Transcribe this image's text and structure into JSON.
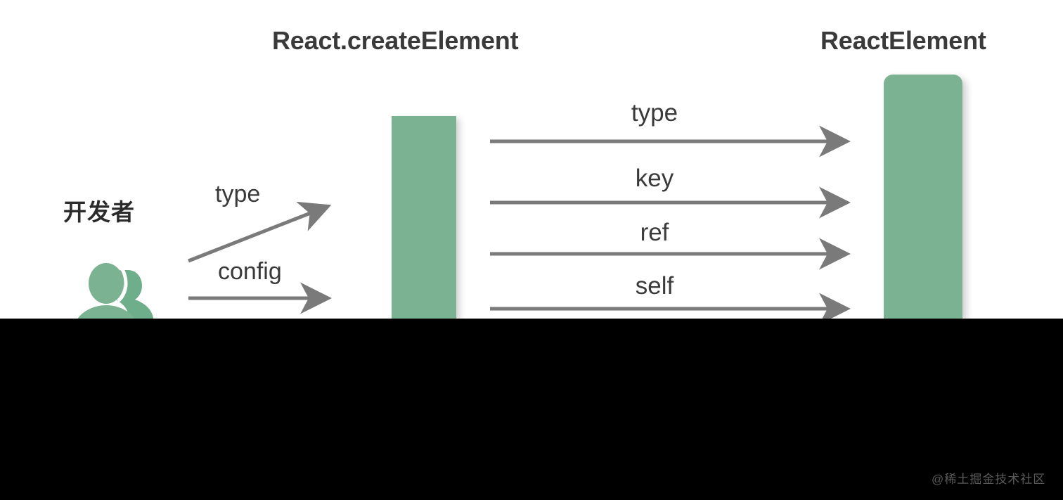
{
  "diagram": {
    "background": "#ffffff",
    "letterbox_color": "#000000",
    "accent_green": "#7bb291",
    "arrow_gray": "#7a7a7a",
    "text_dark": "#3a3a3a",
    "headings": {
      "create_element": "React.createElement",
      "react_element": "ReactElement"
    },
    "actor": {
      "label": "开发者",
      "icon": "users-icon"
    },
    "input_arrows": [
      {
        "label": "type",
        "style": "diagonal-up"
      },
      {
        "label": "config",
        "style": "horizontal"
      }
    ],
    "output_arrows": [
      {
        "label": "type"
      },
      {
        "label": "key"
      },
      {
        "label": "ref"
      },
      {
        "label": "self"
      }
    ]
  },
  "watermark": {
    "text": "@稀土掘金技术社区"
  }
}
